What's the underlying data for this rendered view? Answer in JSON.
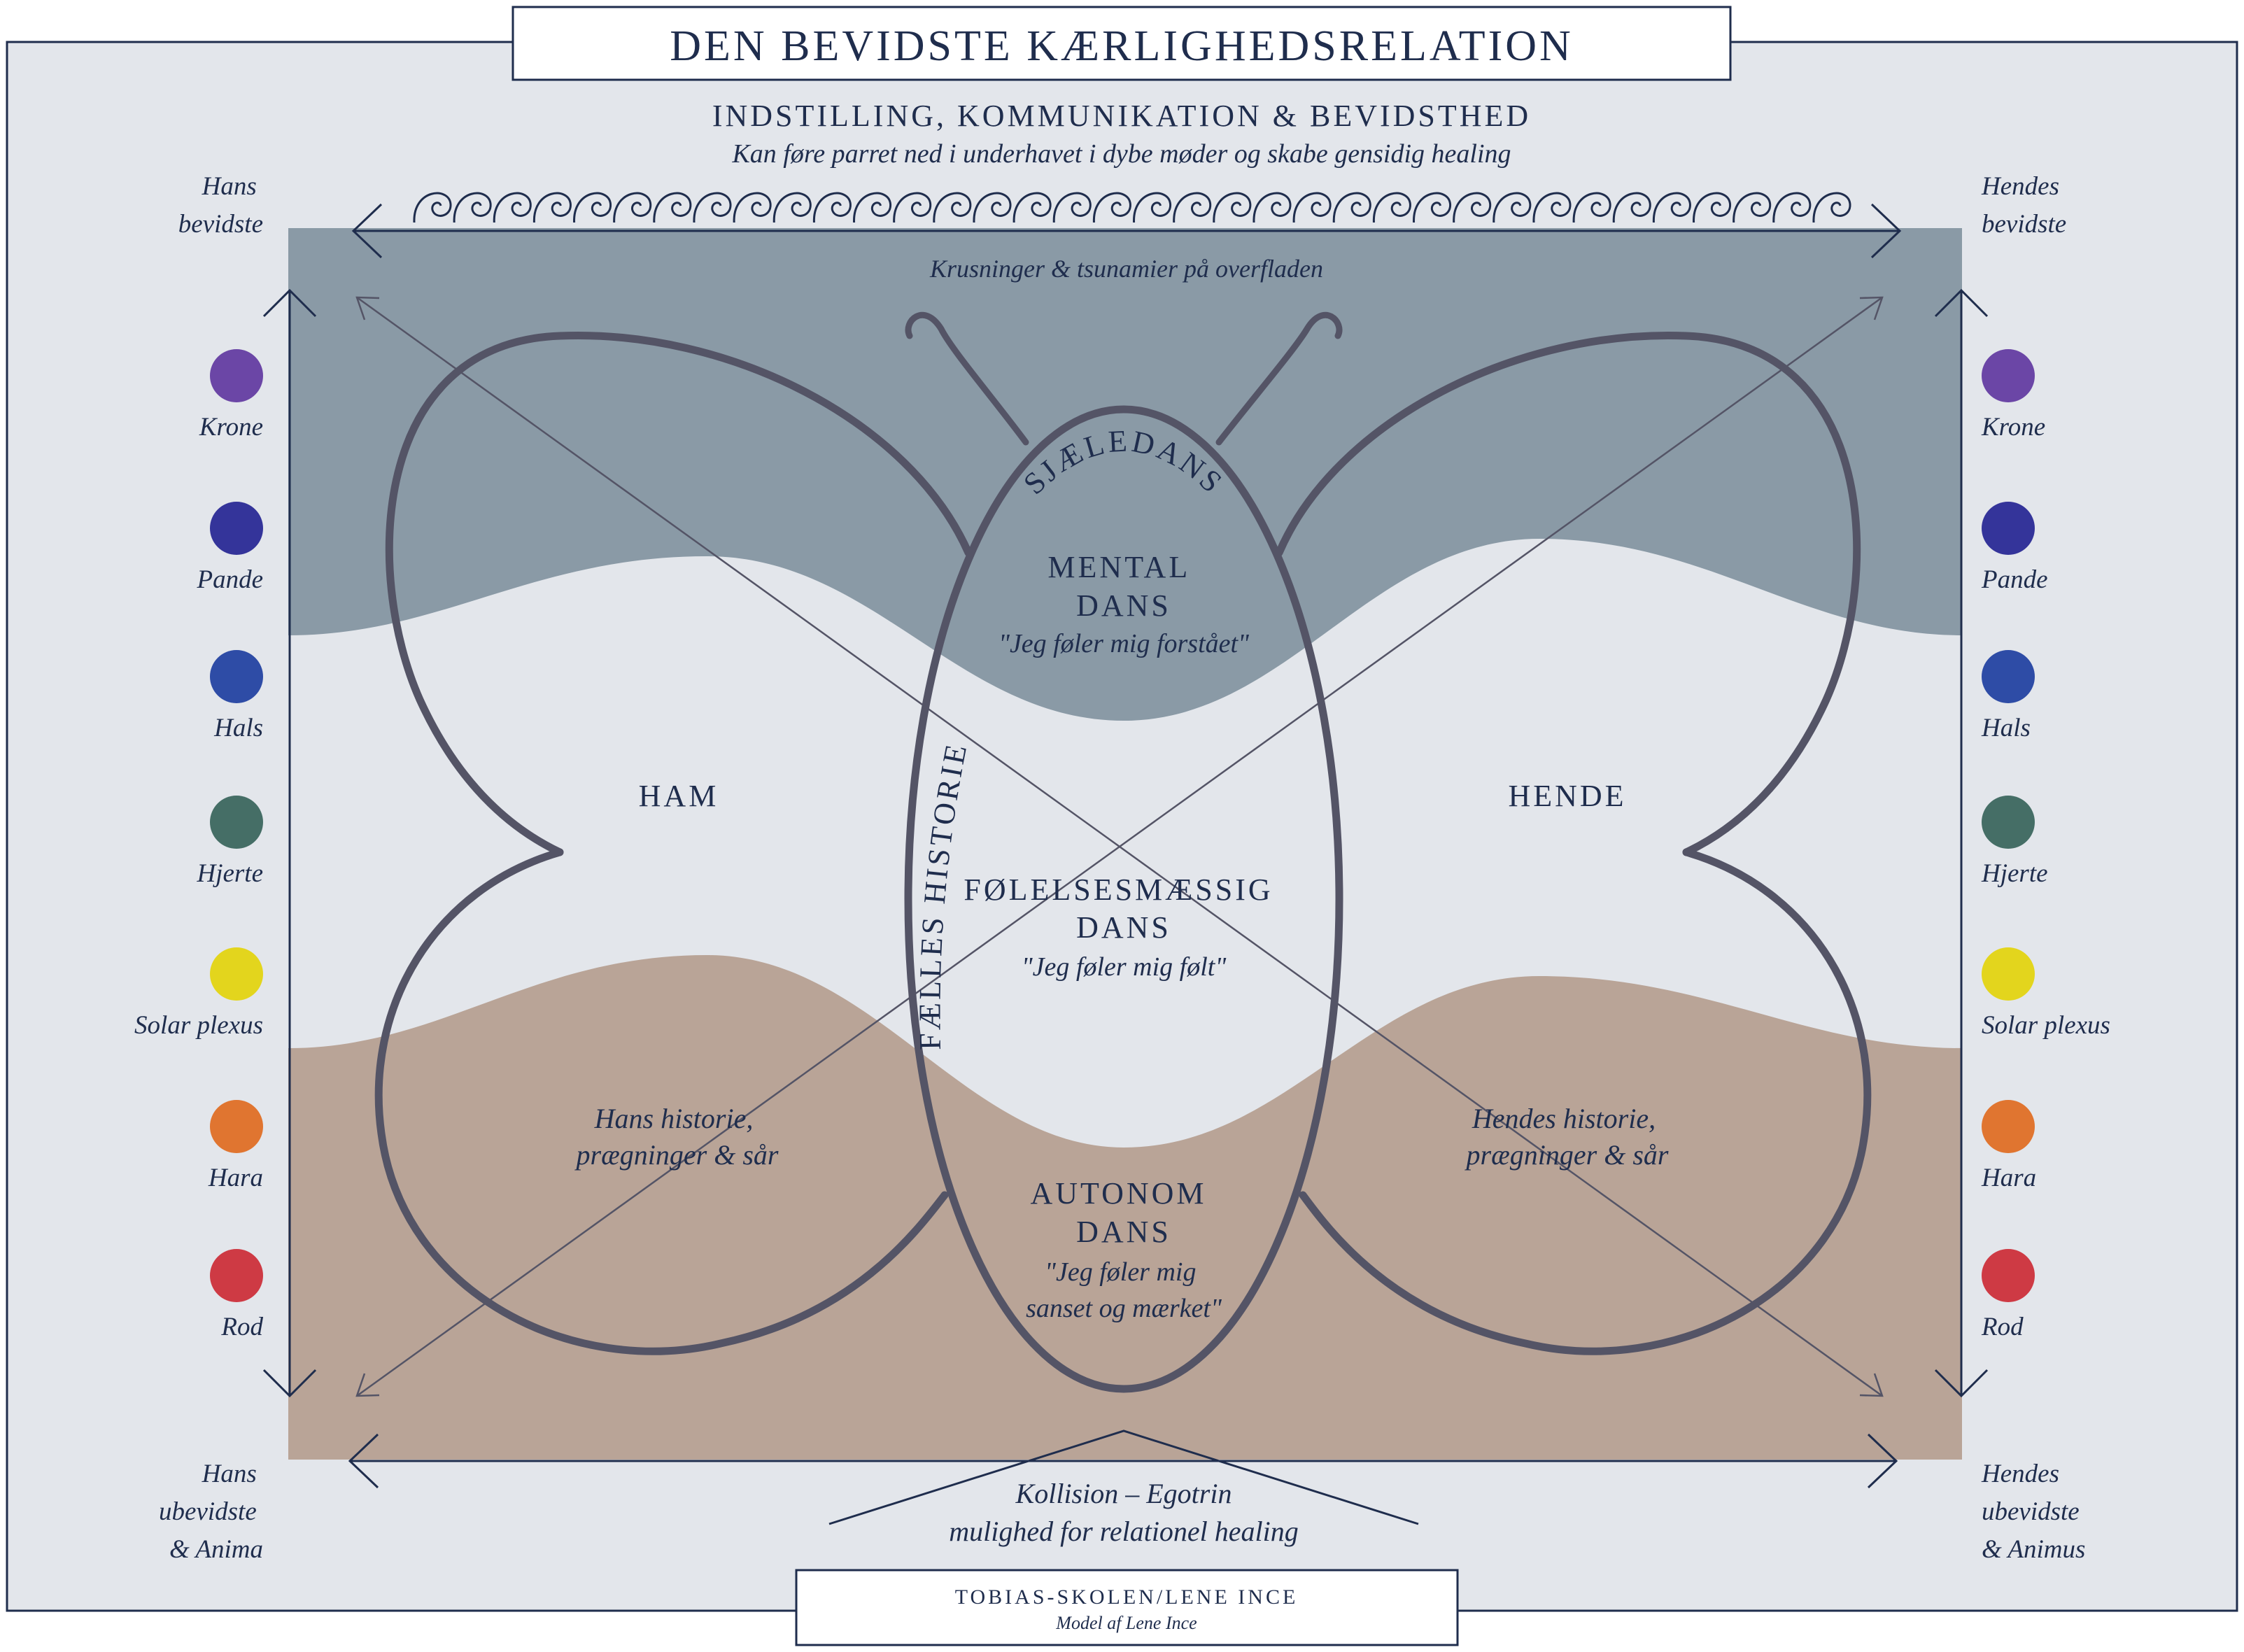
{
  "title": "DEN BEVIDSTE KÆRLIGHEDSRELATION",
  "top": {
    "heading": "INDSTILLING, KOMMUNIKATION & BEVIDSTHED",
    "subheading": "Kan føre parret ned i underhavet i dybe møder og skabe gensidig healing",
    "surface_text": "Krusninger & tsunamier på overfladen"
  },
  "left_side": {
    "top_label": [
      "Hans",
      "bevidste"
    ],
    "bottom_label": [
      "Hans",
      "ubevidste",
      "& Anima"
    ]
  },
  "right_side": {
    "top_label": [
      "Hendes",
      "bevidste"
    ],
    "bottom_label": [
      "Hendes",
      "ubevidste",
      "& Animus"
    ]
  },
  "chakras": [
    {
      "name": "Krone",
      "color": "#6b46a6"
    },
    {
      "name": "Pande",
      "color": "#34349a"
    },
    {
      "name": "Hals",
      "color": "#2e4ca6"
    },
    {
      "name": "Hjerte",
      "color": "#456e66"
    },
    {
      "name": "Solar plexus",
      "color": "#e3d51d"
    },
    {
      "name": "Hara",
      "color": "#e07530"
    },
    {
      "name": "Rod",
      "color": "#ce3a44"
    }
  ],
  "butterfly": {
    "soul_dance": "SJÆLEDANS",
    "shared_history": "FÆLLES HISTORIE",
    "him": "HAM",
    "her": "HENDE",
    "his_history": [
      "Hans historie,",
      "prægninger & sår"
    ],
    "her_history": [
      "Hendes historie,",
      "prægninger & sår"
    ],
    "mental": {
      "title": [
        "MENTAL",
        "DANS"
      ],
      "quote": "\"Jeg føler mig forstået\""
    },
    "emotional": {
      "title": [
        "FØLELSESMÆSSIG",
        "DANS"
      ],
      "quote": "\"Jeg føler mig følt\""
    },
    "autonomic": {
      "title": [
        "AUTONOM",
        "DANS"
      ],
      "quote": [
        "\"Jeg føler mig",
        "sanset og mærket\""
      ]
    }
  },
  "bottom": {
    "line1": "Kollision – Egotrin",
    "line2": "mulighed for relationel healing"
  },
  "credit": {
    "main": "TOBIAS-SKOLEN/LENE INCE",
    "sub": "Model af Lene Ince"
  },
  "colors": {
    "background": "#e3e6eb",
    "upper_band": "#8a9aa6",
    "lower_band": "#b9a497",
    "outline": "#545466",
    "text": "#1f2d4d"
  }
}
